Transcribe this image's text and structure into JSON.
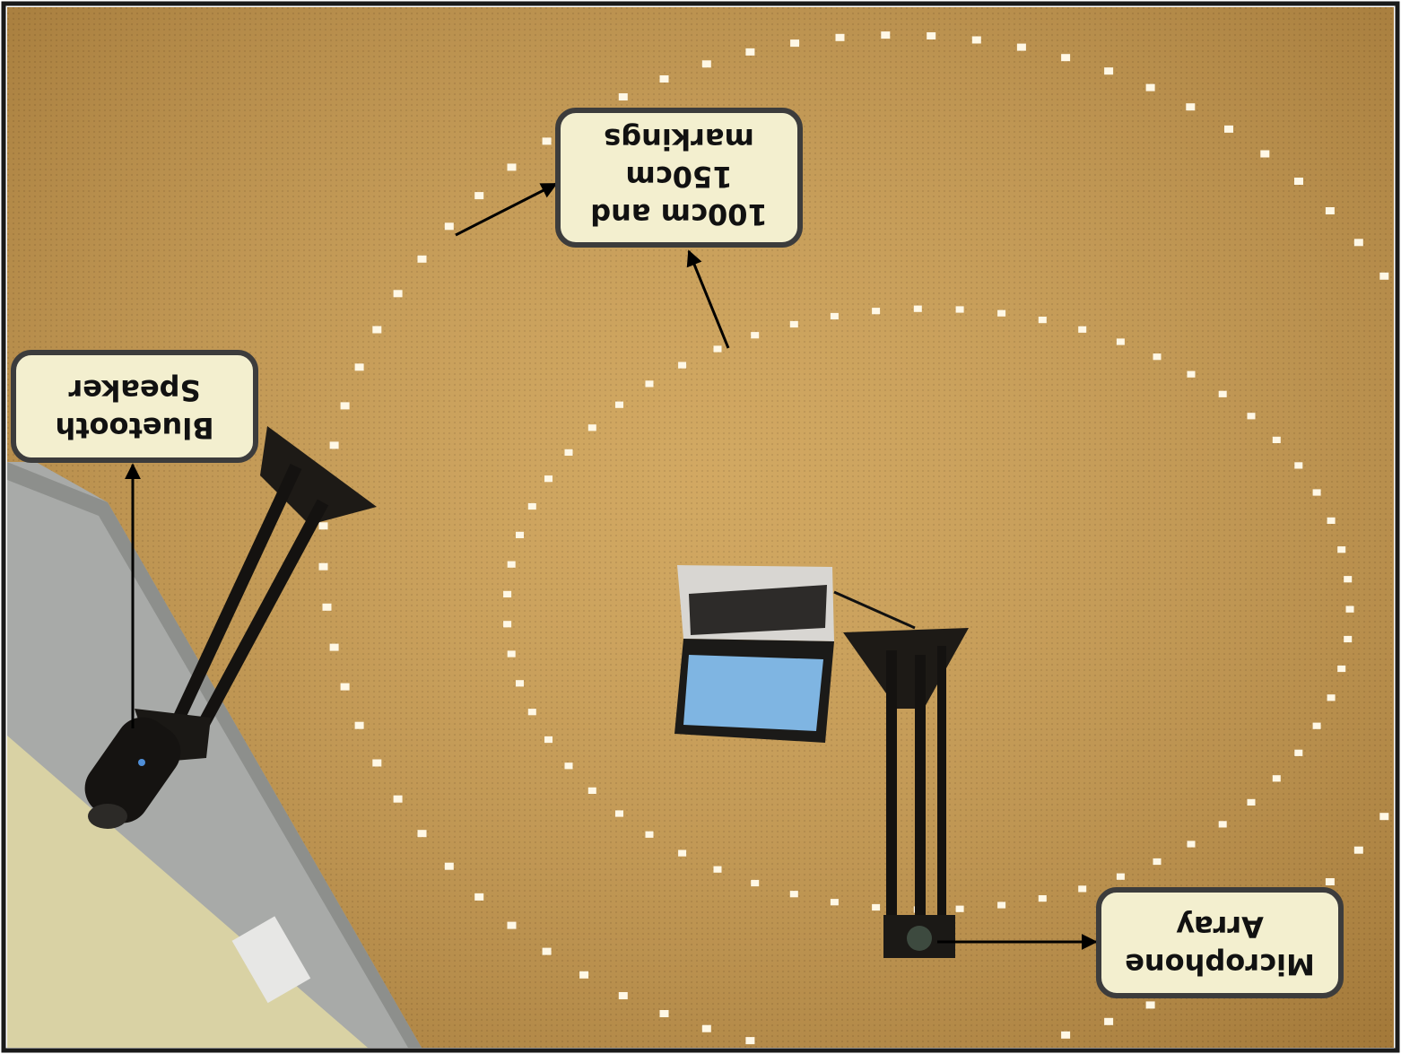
{
  "photo": {
    "carpet_color": "#c89a4e",
    "carpet_shadow": "#a27638",
    "marking_color": "#fff8e6",
    "wall_color": "#a8aaa8",
    "floor_color": "#d9d2a4"
  },
  "callouts": {
    "markings": {
      "line1": "100cm and",
      "line2": "150cm",
      "line3": "markings"
    },
    "speaker": {
      "line1": "Bluetooth",
      "line2": "Speaker"
    },
    "microphone": {
      "line1": "Microphone",
      "line2": "Array"
    }
  },
  "callout_style": {
    "fill": "#f3efcf",
    "border": "#3c3c3c"
  }
}
